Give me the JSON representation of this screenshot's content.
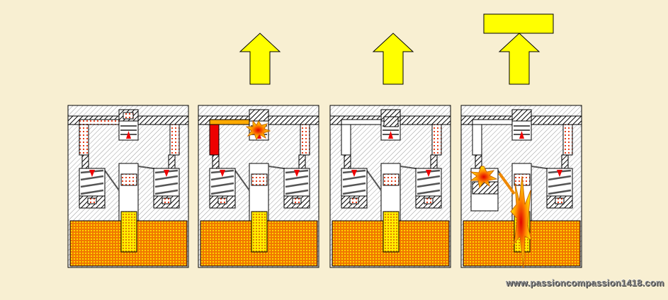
{
  "watermark": "www.passioncompassion1418.com",
  "colors": {
    "background": "#f8efd2",
    "arrow": "#ffff00",
    "flame": "#ff2200",
    "charge": "#ff8800"
  },
  "panels": [
    {
      "stage": 1,
      "arrow": false,
      "block": false,
      "explosion": "none"
    },
    {
      "stage": 2,
      "arrow": true,
      "block": false,
      "explosion": "top"
    },
    {
      "stage": 3,
      "arrow": true,
      "block": false,
      "explosion": "none"
    },
    {
      "stage": 4,
      "arrow": true,
      "block": true,
      "explosion": "main"
    }
  ]
}
